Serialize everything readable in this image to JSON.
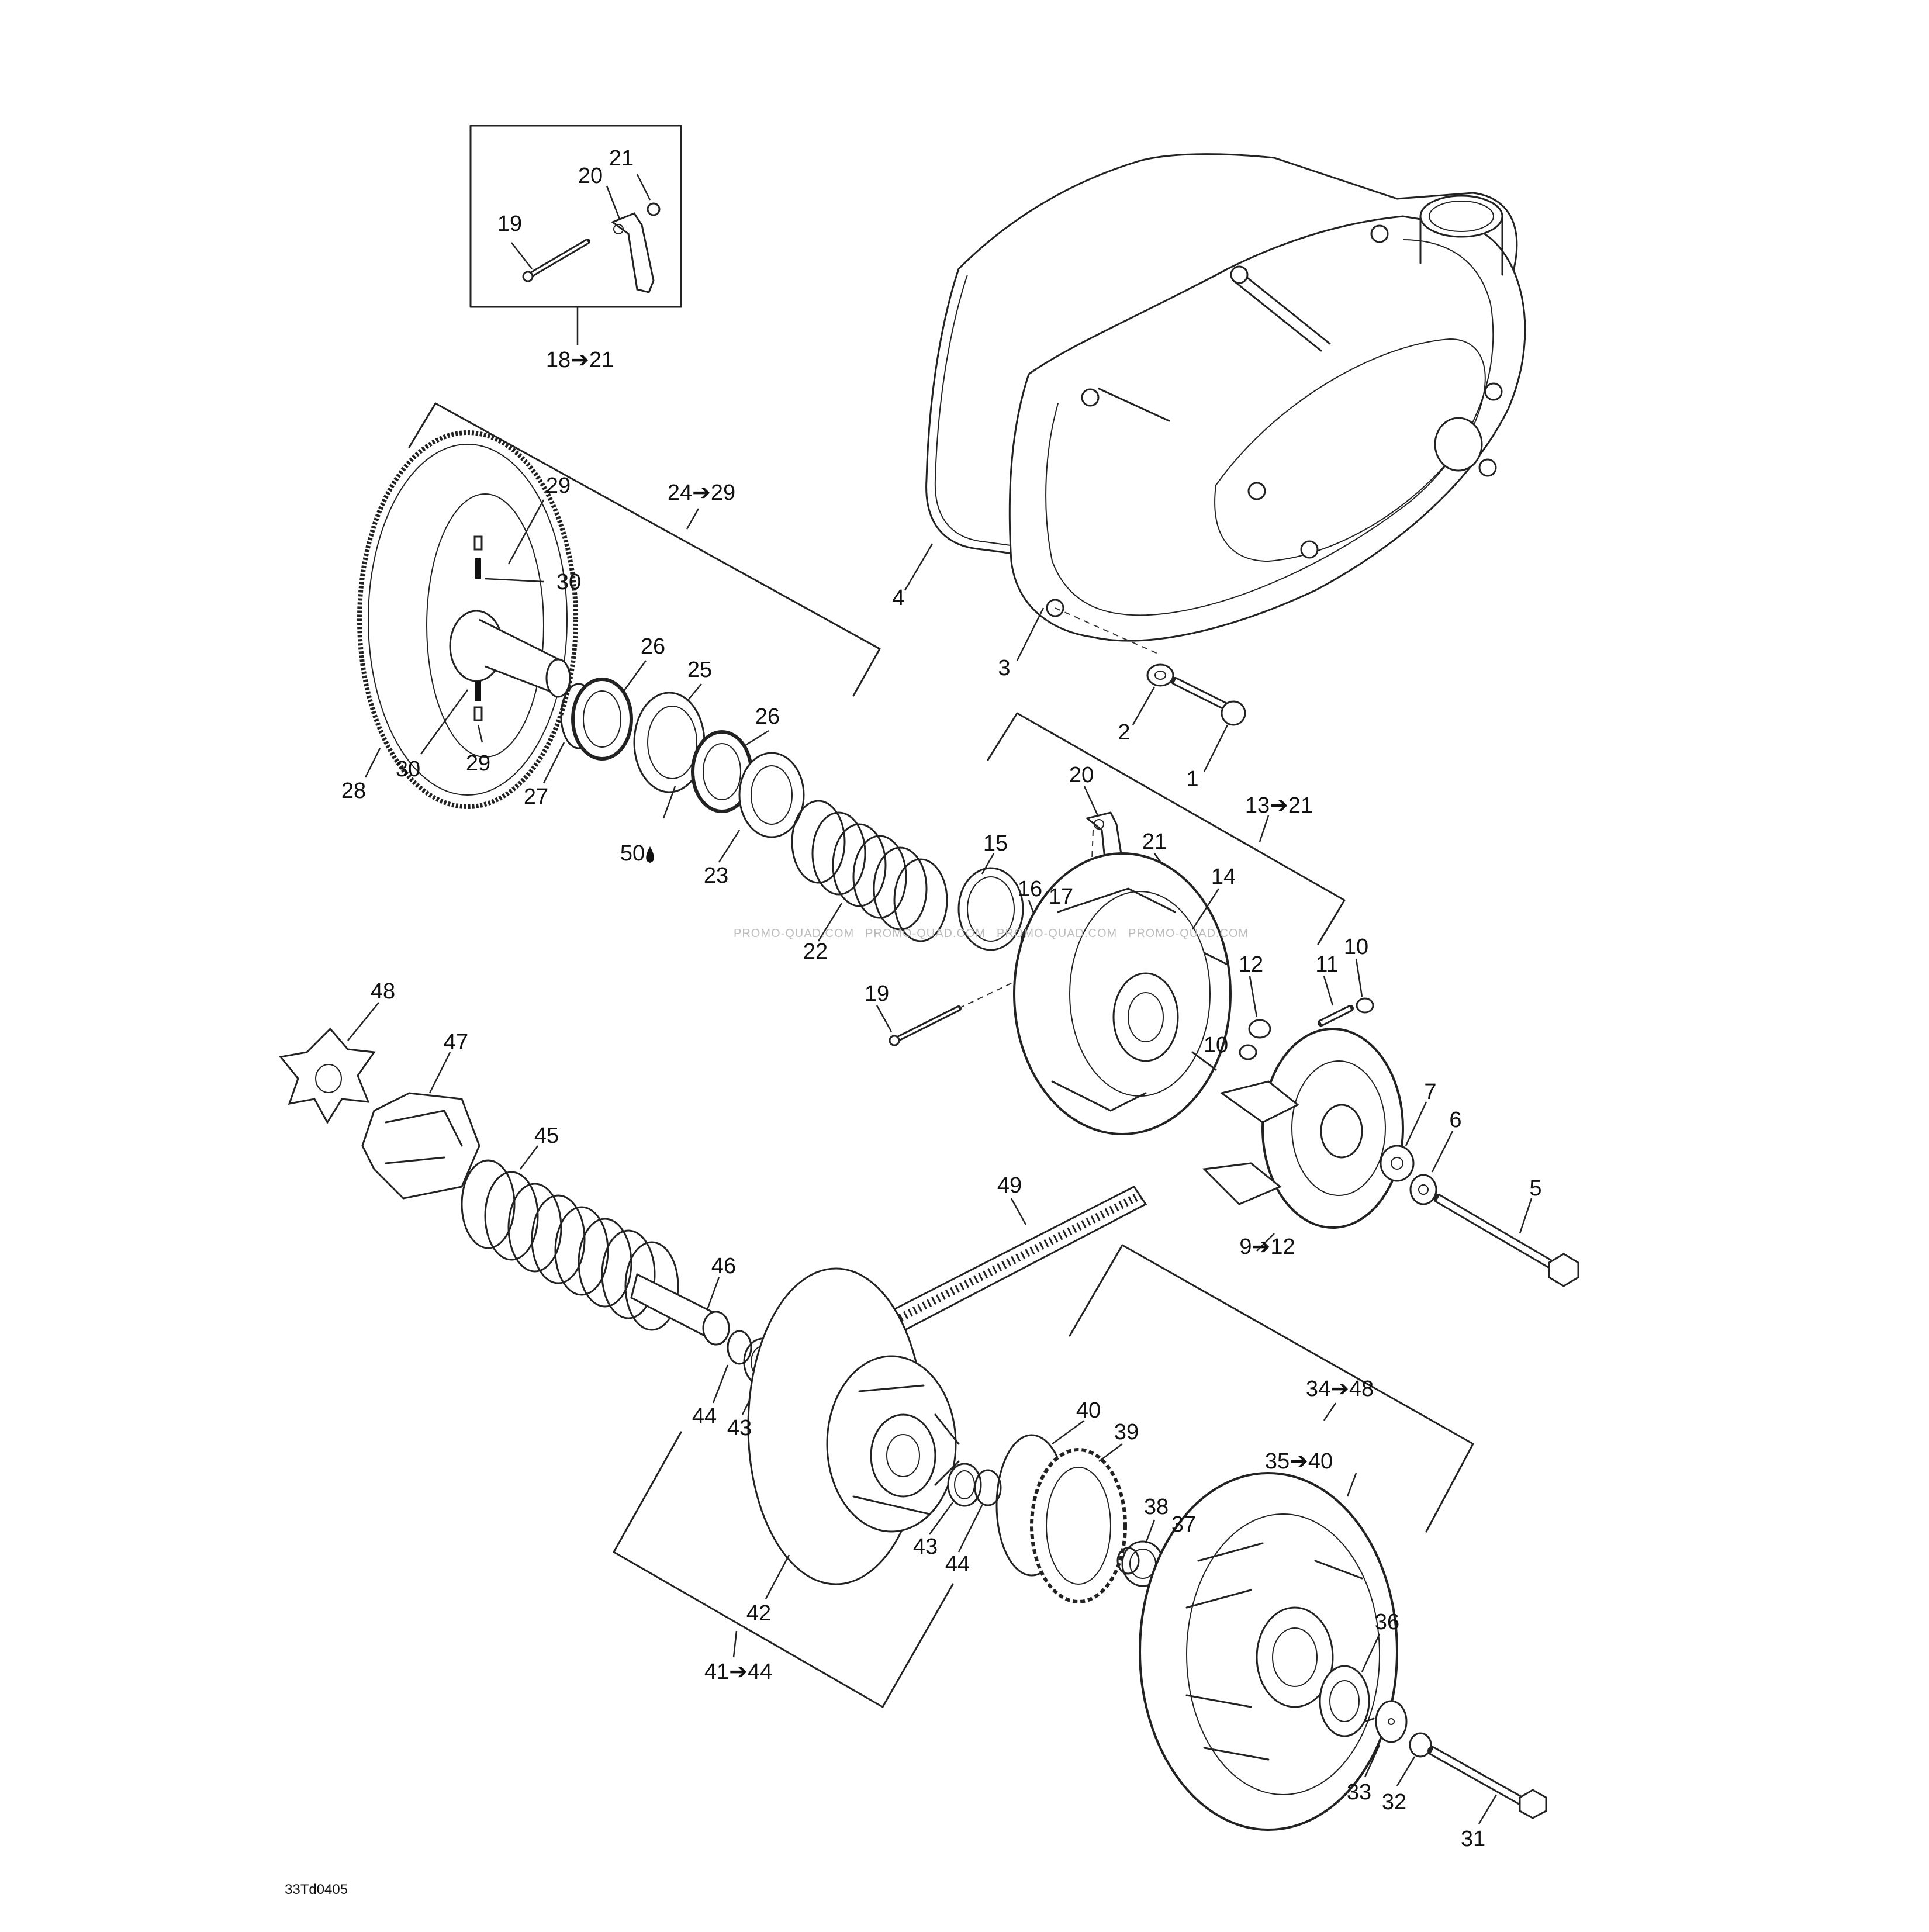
{
  "diagram_code": "33Td0405",
  "watermark": "PROMO-QUAD.COM",
  "labels": {
    "p1": "1",
    "p2": "2",
    "p3": "3",
    "p4": "4",
    "p5": "5",
    "p6": "6",
    "p7": "7",
    "g9_12": "9➔12",
    "p10a": "10",
    "p10b": "10",
    "p11": "11",
    "p12": "12",
    "g13_21": "13➔21",
    "p14": "14",
    "p15": "15",
    "p16": "16",
    "p17": "17",
    "g18_21": "18➔21",
    "p19a": "19",
    "p19b": "19",
    "p20a": "20",
    "p20b": "20",
    "p21a": "21",
    "p21b": "21",
    "p22": "22",
    "p23": "23",
    "g24_29": "24➔29",
    "p25": "25",
    "p26a": "26",
    "p26b": "26",
    "p27": "27",
    "p28": "28",
    "p29a": "29",
    "p29b": "29",
    "p30a": "30",
    "p30b": "30",
    "p31": "31",
    "p32": "32",
    "p33": "33",
    "g34_48": "34➔48",
    "g35_40": "35➔40",
    "p36": "36",
    "p37": "37",
    "p38": "38",
    "p39": "39",
    "p40": "40",
    "g41_44": "41➔44",
    "p42": "42",
    "p43a": "43",
    "p43b": "43",
    "p44a": "44",
    "p44b": "44",
    "p45": "45",
    "p46": "46",
    "p47": "47",
    "p48": "48",
    "p49": "49",
    "p50": "50"
  }
}
